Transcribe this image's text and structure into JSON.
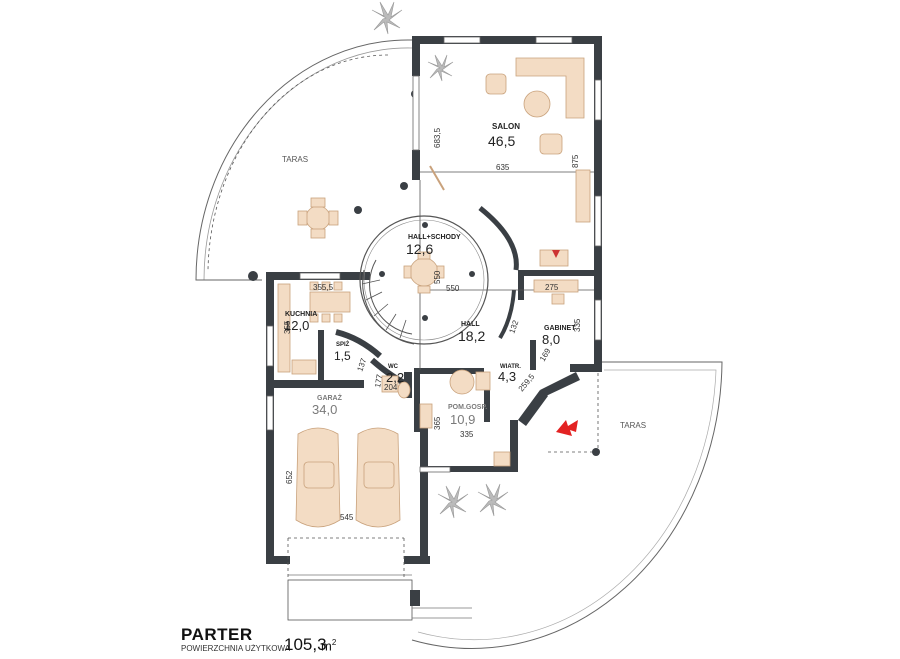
{
  "plan": {
    "level_name": "PARTER",
    "subtitle": "POWIERZCHNIA UŻYTKOWA",
    "total_area": "105,3",
    "total_unit": "m",
    "total_unit_sup": "2"
  },
  "rooms": {
    "salon": {
      "name": "SALON",
      "area": "46,5"
    },
    "hall_schody": {
      "name": "HALL+SCHODY",
      "area": "12,6"
    },
    "kuchnia": {
      "name": "KUCHNIA",
      "area": "12,0"
    },
    "hall": {
      "name": "HALL",
      "area": "18,2"
    },
    "gabinet": {
      "name": "GABINET",
      "area": "8,0"
    },
    "spiz": {
      "name": "SPIŻ",
      "area": "1,5"
    },
    "wc": {
      "name": "WC",
      "area": "2,2"
    },
    "wiatr": {
      "name": "WIATR.",
      "area": "4,3"
    },
    "pom_gosp": {
      "name": "POM.GOSP.",
      "area": "10,9"
    },
    "garaz": {
      "name": "GARAŻ",
      "area": "34,0"
    }
  },
  "terraces": {
    "taras_left": "TARAS",
    "taras_right": "TARAS"
  },
  "dimensions": {
    "d_683_5": "683,5",
    "d_635": "635",
    "d_875": "875",
    "d_550a": "550",
    "d_550b": "550",
    "d_355_5": "355,5",
    "d_275": "275",
    "d_335a": "335",
    "d_132": "132",
    "d_169": "169",
    "d_259_5": "259,5",
    "d_355": "355",
    "d_137": "137",
    "d_177": "177",
    "d_204": "204",
    "d_365": "365",
    "d_335b": "335",
    "d_652": "652",
    "d_545": "545"
  },
  "colors": {
    "wall": "#3a3f44",
    "furniture": "#f3dcc4",
    "arrow": "#e32222"
  }
}
